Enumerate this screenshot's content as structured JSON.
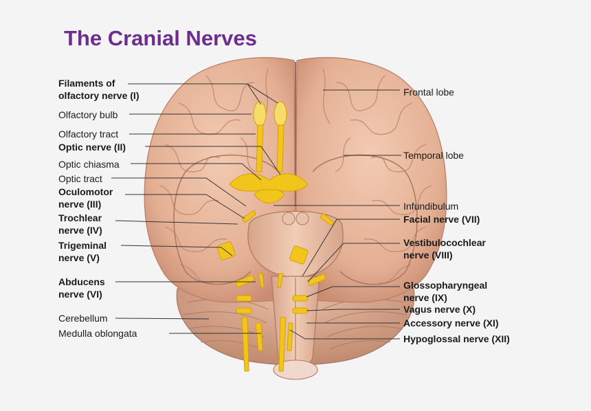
{
  "title": "The Cranial Nerves",
  "colors": {
    "title": "#6b2d8e",
    "nerve": "#f2c51c",
    "brain": "#e8b89c",
    "brain_shadow": "#c98d72",
    "cerebellum": "#d8a88e",
    "leader": "#333333"
  },
  "labels_left": [
    {
      "lines": [
        "Filaments of",
        "olfactory nerve (I)"
      ],
      "bold": true
    },
    {
      "lines": [
        "Olfactory bulb"
      ],
      "bold": false
    },
    {
      "lines": [
        "Olfactory tract"
      ],
      "bold": false
    },
    {
      "lines": [
        "Optic nerve (II)"
      ],
      "bold": true
    },
    {
      "lines": [
        "Optic chiasma"
      ],
      "bold": false
    },
    {
      "lines": [
        "Optic tract"
      ],
      "bold": false
    },
    {
      "lines": [
        "Oculomotor",
        "nerve (III)"
      ],
      "bold": true
    },
    {
      "lines": [
        "Trochlear",
        "nerve (IV)"
      ],
      "bold": true
    },
    {
      "lines": [
        "Trigeminal",
        "nerve (V)"
      ],
      "bold": true
    },
    {
      "lines": [
        "Abducens",
        "nerve (VI)"
      ],
      "bold": true
    },
    {
      "lines": [
        "Cerebellum"
      ],
      "bold": false
    },
    {
      "lines": [
        "Medulla oblongata"
      ],
      "bold": false
    }
  ],
  "labels_right": [
    {
      "lines": [
        "Frontal lobe"
      ],
      "bold": false
    },
    {
      "lines": [
        "Temporal lobe"
      ],
      "bold": false
    },
    {
      "lines": [
        "Infundibulum"
      ],
      "bold": false
    },
    {
      "lines": [
        "Facial nerve (VII)"
      ],
      "bold": true
    },
    {
      "lines": [
        "Vestibulocochlear",
        "nerve (VIII)"
      ],
      "bold": true
    },
    {
      "lines": [
        "Glossopharyngeal",
        "nerve (IX)"
      ],
      "bold": true
    },
    {
      "lines": [
        "Vagus nerve (X)"
      ],
      "bold": true
    },
    {
      "lines": [
        "Accessory nerve (XI)"
      ],
      "bold": true
    },
    {
      "lines": [
        "Hypoglossal nerve (XII)"
      ],
      "bold": true
    }
  ]
}
